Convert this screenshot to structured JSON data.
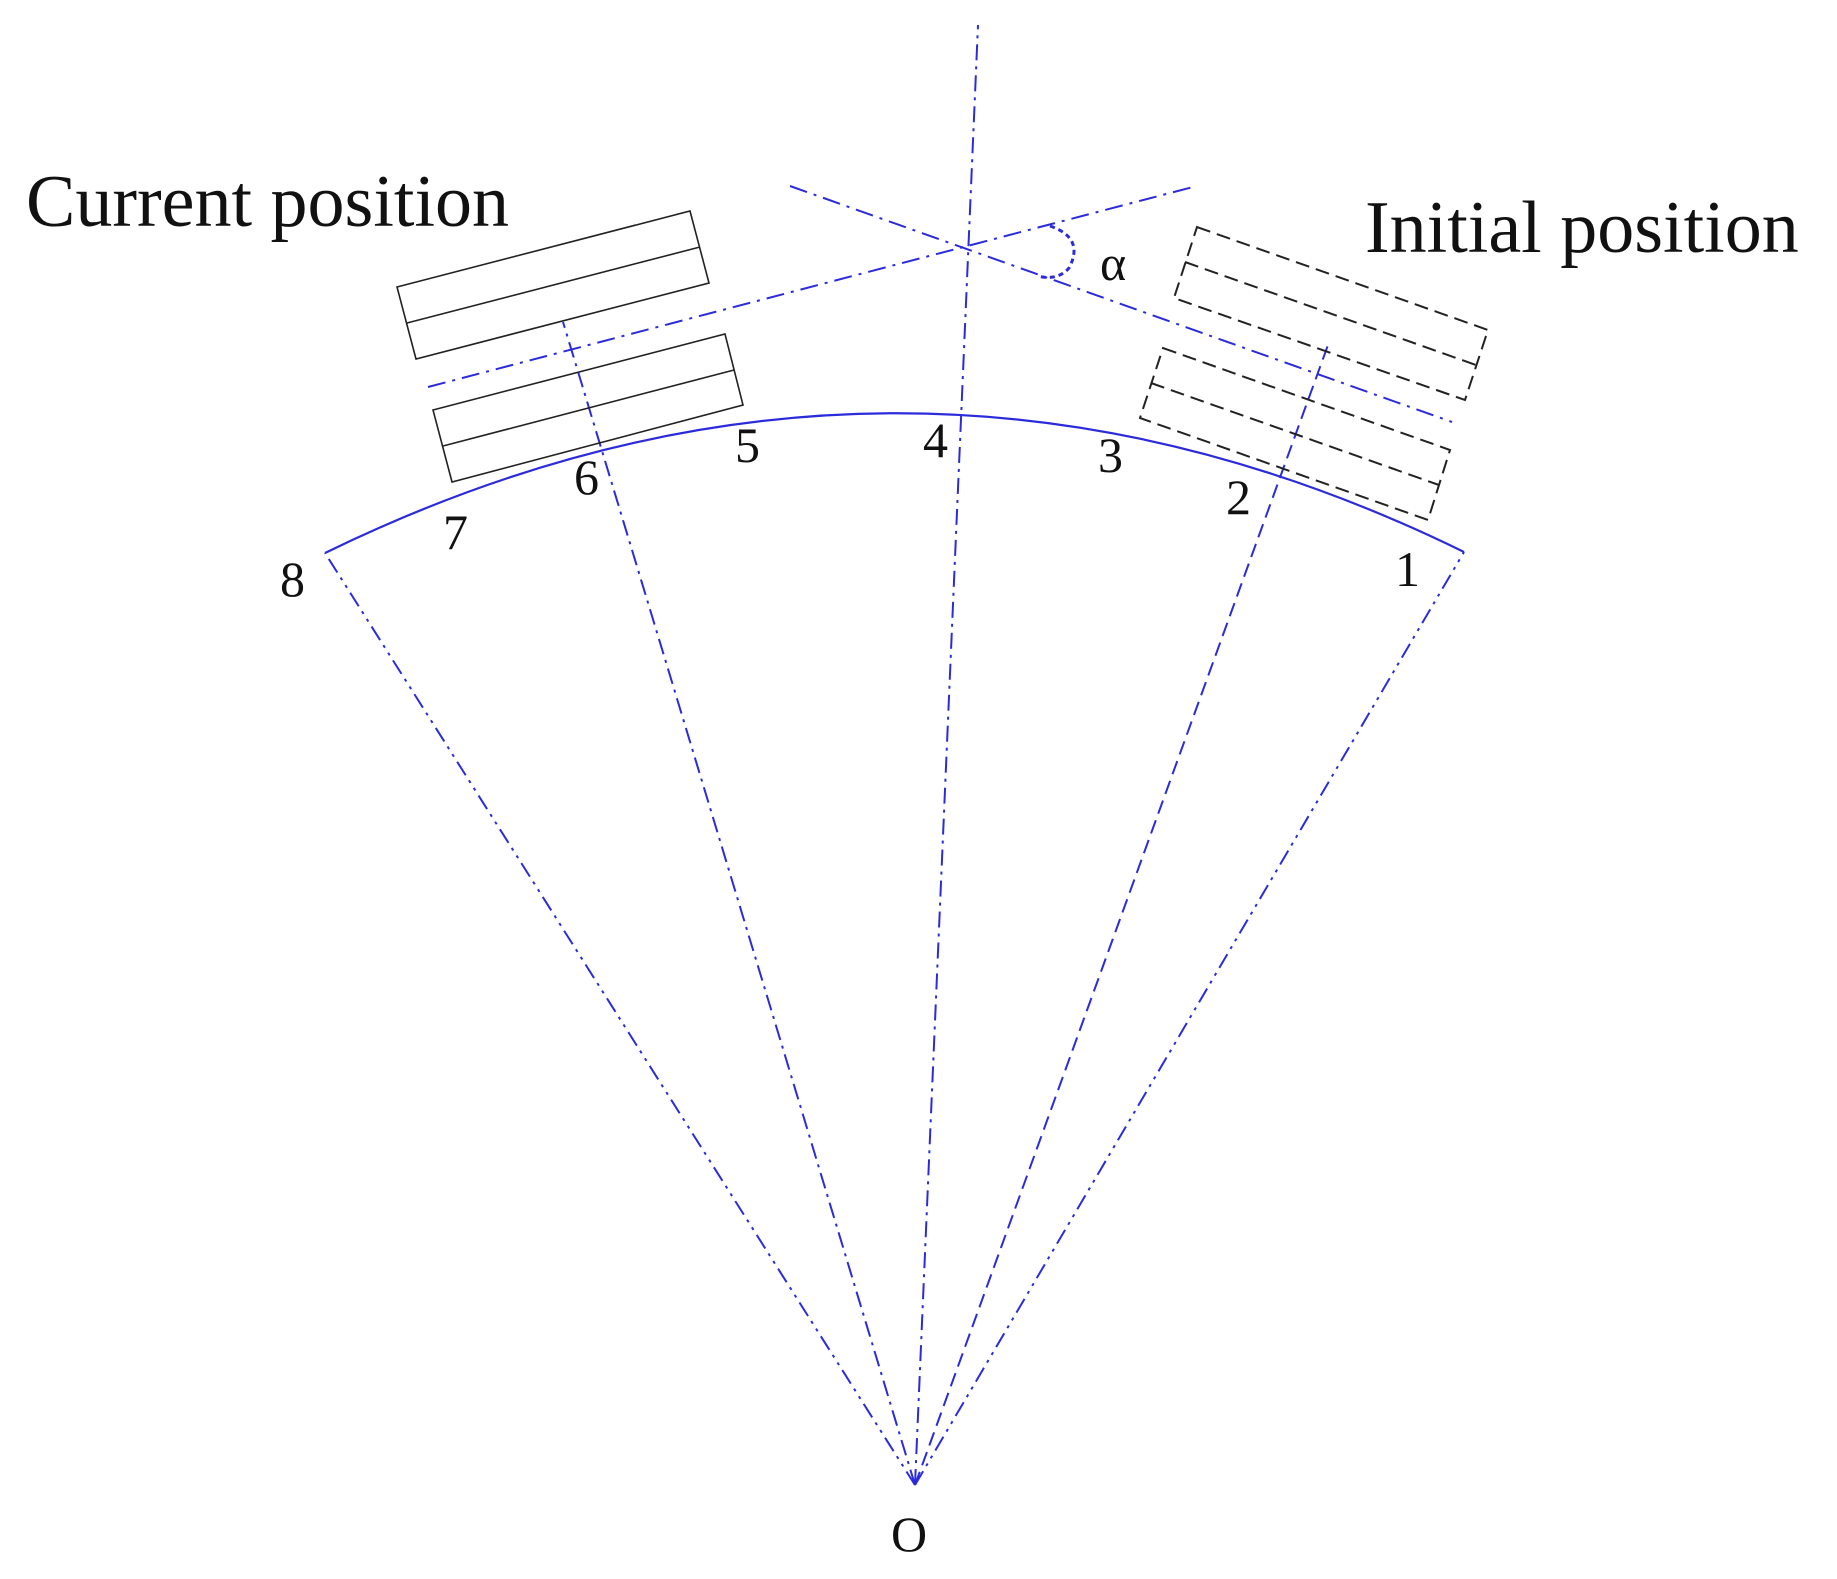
{
  "labels": {
    "current_position": "Current position",
    "initial_position": "Initial position",
    "alpha": "α",
    "origin": "O",
    "points": [
      "1",
      "2",
      "3",
      "4",
      "5",
      "6",
      "7",
      "8"
    ]
  },
  "colors": {
    "construction_line": "#2b2bdc",
    "block_outline": "#222222",
    "text": "#111111"
  }
}
